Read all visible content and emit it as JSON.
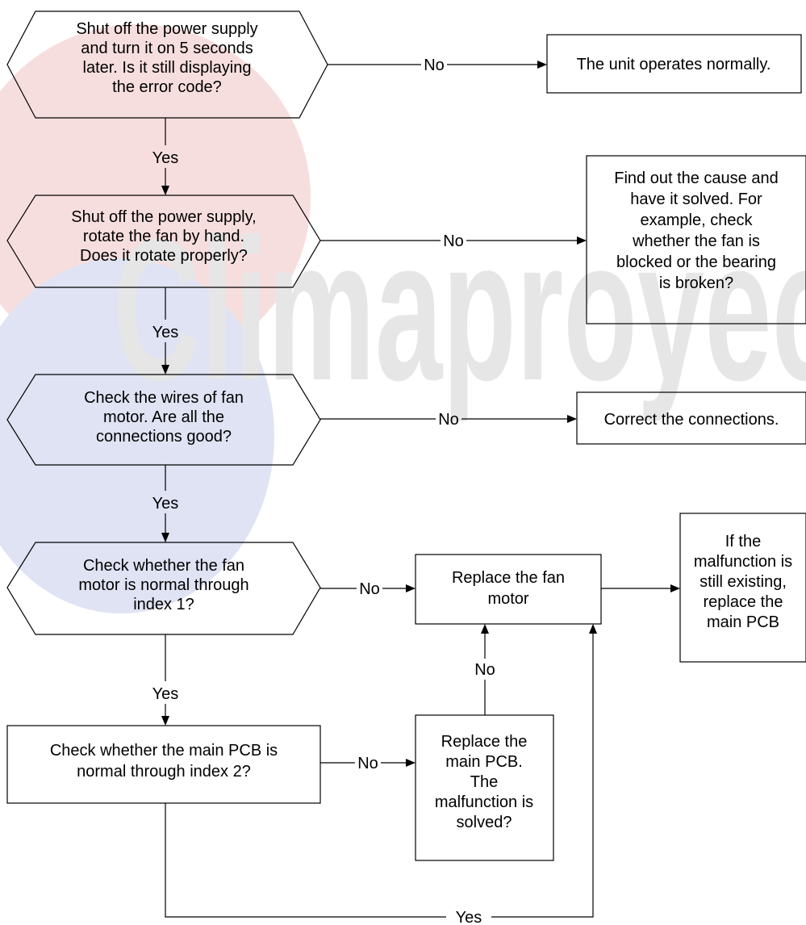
{
  "watermark": {
    "text": "Climaproyec",
    "colors": {
      "text": "#e6e6e6",
      "red_blob": "#f7dede",
      "blue_blob": "#dfe3f3"
    }
  },
  "nodes": {
    "q1": {
      "lines": [
        "Shut off the power supply",
        "and turn it on 5 seconds",
        "later. Is it still displaying",
        "the error code?"
      ]
    },
    "r1": {
      "lines": [
        "The unit operates normally."
      ]
    },
    "q2": {
      "lines": [
        "Shut off the power supply,",
        "rotate  the  fan  by  hand.",
        "Does it rotate properly?"
      ]
    },
    "r2": {
      "lines": [
        "Find out the cause and",
        "have it solved. For",
        "example, check",
        "whether the fan is",
        "blocked or the bearing",
        "is broken?"
      ]
    },
    "q3": {
      "lines": [
        "Check the wires of fan",
        "motor. Are all the",
        "connections good?"
      ]
    },
    "r3": {
      "lines": [
        "Correct the connections."
      ]
    },
    "q4": {
      "lines": [
        "Check whether the fan",
        "motor is  normal through",
        "index 1?"
      ]
    },
    "r4": {
      "lines": [
        "Replace the fan",
        "motor"
      ]
    },
    "r5": {
      "lines": [
        "If the",
        "malfunction is",
        "still existing,",
        "replace the",
        "main PCB"
      ]
    },
    "q5": {
      "lines": [
        "Check whether the main PCB is",
        "normal through index 2?"
      ]
    },
    "r6": {
      "lines": [
        "Replace the",
        "main  PCB.",
        "The",
        "malfunction is",
        "solved?"
      ]
    }
  },
  "edges": {
    "q1_r1": "No",
    "q1_q2": "Yes",
    "q2_r2": "No",
    "q2_q3": "Yes",
    "q3_r3": "No",
    "q3_q4": "Yes",
    "q4_r4": "No",
    "q4_q5": "Yes",
    "q5_r6": "No",
    "r6_r4": "No",
    "q5_r4": "Yes",
    "r4_r5": ""
  }
}
